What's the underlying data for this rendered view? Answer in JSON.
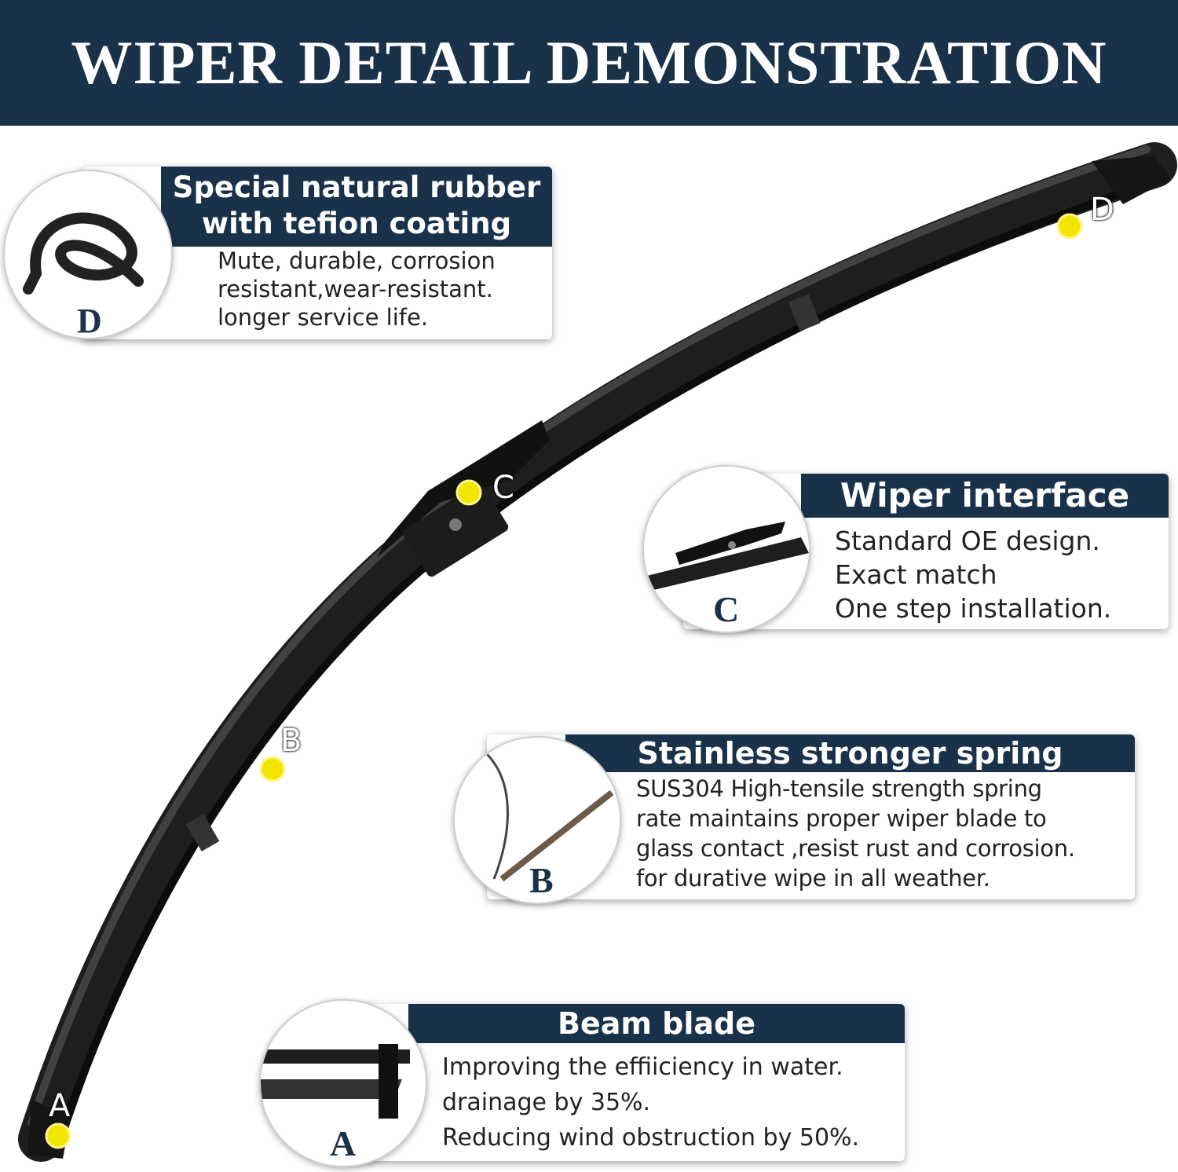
{
  "header": {
    "title": "WIPER DETAIL DEMONSTRATION"
  },
  "markers": {
    "a": "A",
    "b": "B",
    "c": "C",
    "d": "D"
  },
  "cards": {
    "d": {
      "letter": "D",
      "title_lines": [
        "Special natural rubber",
        "with tefion coating"
      ],
      "desc_lines": [
        "Mute, durable, corrosion",
        "resistant,wear-resistant.",
        "longer service life."
      ]
    },
    "c": {
      "letter": "C",
      "title_lines": [
        "Wiper interface"
      ],
      "desc_lines": [
        "Standard OE design.",
        "Exact match",
        "One step installation."
      ]
    },
    "b": {
      "letter": "B",
      "title_lines": [
        "Stainless stronger spring"
      ],
      "desc_lines": [
        "SUS304 High-tensile strength spring",
        "rate maintains proper wiper blade to",
        "glass contact ,resist rust and corrosion.",
        "for durative wipe in all weather."
      ]
    },
    "a": {
      "letter": "A",
      "title_lines": [
        "Beam blade"
      ],
      "desc_lines": [
        "Improving the effiiciency in water.",
        "drainage by 35%.",
        "Reducing wind obstruction by 50%."
      ]
    }
  },
  "colors": {
    "header_bg": "#1a3249",
    "marker_yellow": "#f2e600",
    "blade": "#262626"
  },
  "icons": {
    "rubber": "rubber-strip-icon",
    "connector": "wiper-connector-icon",
    "spring": "spring-steel-icon",
    "beam": "beam-blade-icon"
  }
}
